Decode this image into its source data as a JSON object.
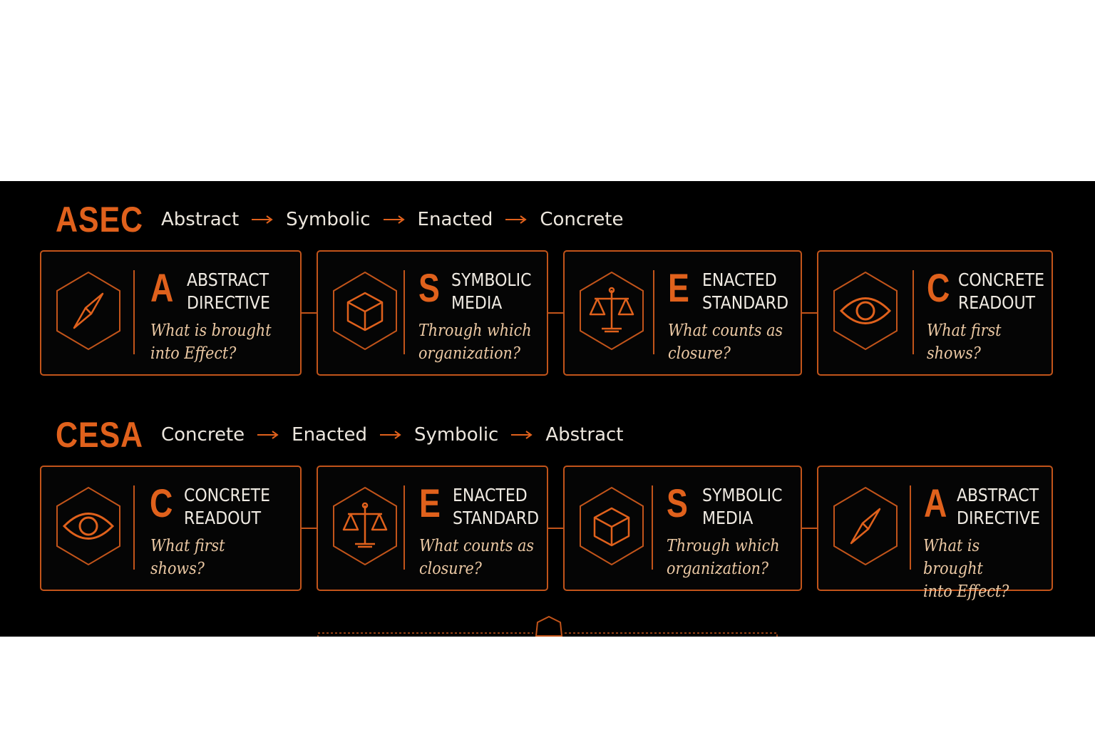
{
  "colors": {
    "accent": "#e0611c",
    "border": "#c2541a",
    "text": "#ece6dd",
    "question": "#ecc9a4",
    "background": "#000000"
  },
  "rows": [
    {
      "acronym": "ASEC",
      "sequence": [
        "Abstract",
        "Symbolic",
        "Enacted",
        "Concrete"
      ],
      "cards": [
        {
          "icon": "compass-icon",
          "letter": "A",
          "name": "ABSTRACT\nDIRECTIVE",
          "question": "What is brought\ninto Effect?"
        },
        {
          "icon": "cube-icon",
          "letter": "S",
          "name": "SYMBOLIC\nMEDIA",
          "question": "Through which\norganization?"
        },
        {
          "icon": "scales-icon",
          "letter": "E",
          "name": "ENACTED\nSTANDARD",
          "question": "What counts as\nclosure?"
        },
        {
          "icon": "eye-icon",
          "letter": "C",
          "name": "CONCRETE\nREADOUT",
          "question": "What first\nshows?"
        }
      ]
    },
    {
      "acronym": "CESA",
      "sequence": [
        "Concrete",
        "Enacted",
        "Symbolic",
        "Abstract"
      ],
      "cards": [
        {
          "icon": "eye-icon",
          "letter": "C",
          "name": "CONCRETE\nREADOUT",
          "question": "What first\nshows?"
        },
        {
          "icon": "scales-icon",
          "letter": "E",
          "name": "ENACTED\nSTANDARD",
          "question": "What counts as\nclosure?"
        },
        {
          "icon": "cube-icon",
          "letter": "S",
          "name": "SYMBOLIC\nMEDIA",
          "question": "Through which\norganization?"
        },
        {
          "icon": "compass-icon",
          "letter": "A",
          "name": "ABSTRACT\nDIRECTIVE",
          "question": "What is brought\ninto Effect?"
        }
      ]
    }
  ]
}
